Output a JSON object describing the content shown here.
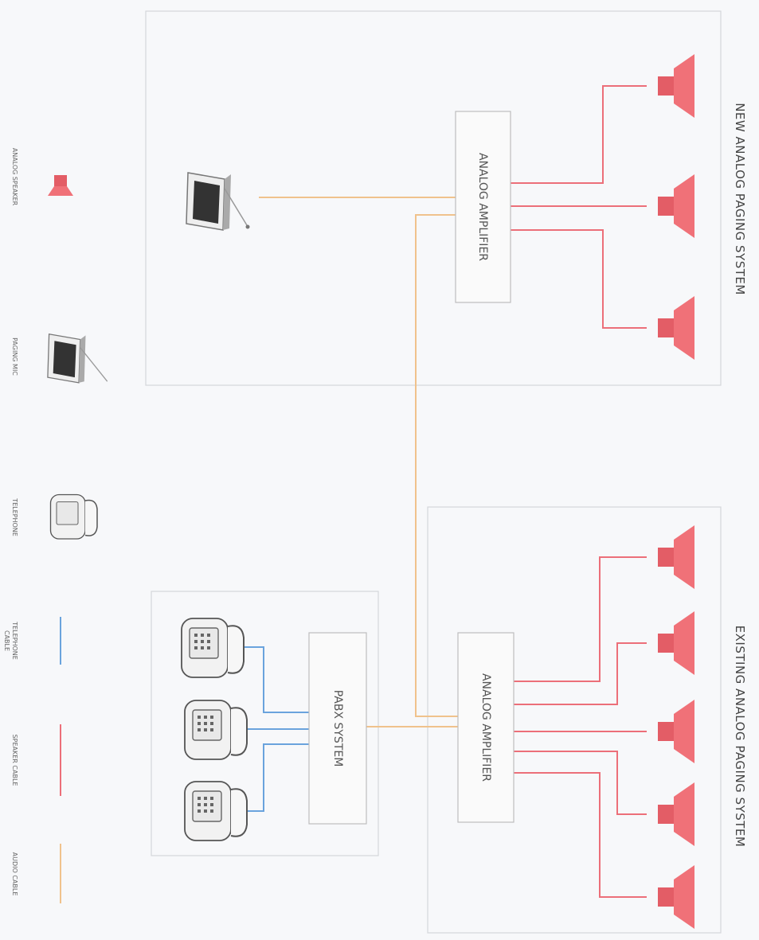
{
  "titles": {
    "new_system": "NEW ANALOG  PAGING SYSTEM",
    "existing_system": "EXISTING ANALOG PAGING SYSTEM"
  },
  "boxes": {
    "new_amplifier": "ANALOG AMPLIFIER",
    "existing_amplifier": "ANALOG AMPLIFIER",
    "pabx": "PABX SYSTEM"
  },
  "legend": {
    "analog_speaker": "ANALOG SPEAKER",
    "paging_mic": "PAGING MIC",
    "telephone": "TELEPHONE",
    "telephone_cable_line1": "TELEPHONE",
    "telephone_cable_line2": "CABLE",
    "speaker_cable": "SPEAKER CABLE",
    "audio_cable": "AUDIO CABLE"
  },
  "colors": {
    "speaker": "#f07178",
    "speaker_cable": "#ec6f79",
    "telephone_cable": "#6aa3dd",
    "audio_cable": "#f0c28c"
  },
  "icons": [
    "speaker-icon",
    "paging-mic-icon",
    "telephone-icon"
  ]
}
